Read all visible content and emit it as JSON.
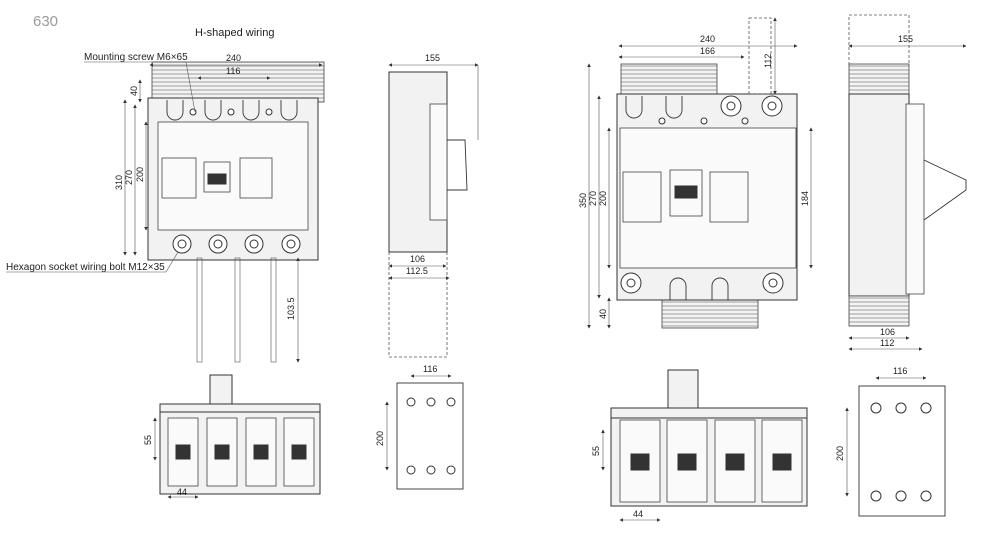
{
  "model": "630",
  "caption": "H-shaped wiring",
  "callouts": {
    "mounting_screw": "Mounting screw M6×65",
    "wiring_bolt": "Hexagon socket wiring bolt M12×35"
  },
  "left_front": {
    "w240": "240",
    "w116": "116",
    "h40": "40",
    "h310": "310",
    "h270": "270",
    "h200": "200",
    "h103": "103.5"
  },
  "left_side": {
    "w155": "155",
    "w106": "106",
    "w112": "112.5"
  },
  "left_bottom": {
    "h55": "55",
    "w44": "44"
  },
  "left_plate": {
    "w116": "116",
    "h200": "200"
  },
  "right_front": {
    "w240": "240",
    "w166": "166",
    "h112": "112",
    "h350": "350",
    "h270": "270",
    "h200": "200",
    "h184": "184",
    "h40": "40"
  },
  "right_side": {
    "w155": "155",
    "w106": "106",
    "w112": "112"
  },
  "right_bottom": {
    "h55": "55",
    "w44": "44"
  },
  "right_plate": {
    "w116": "116",
    "h200": "200"
  }
}
